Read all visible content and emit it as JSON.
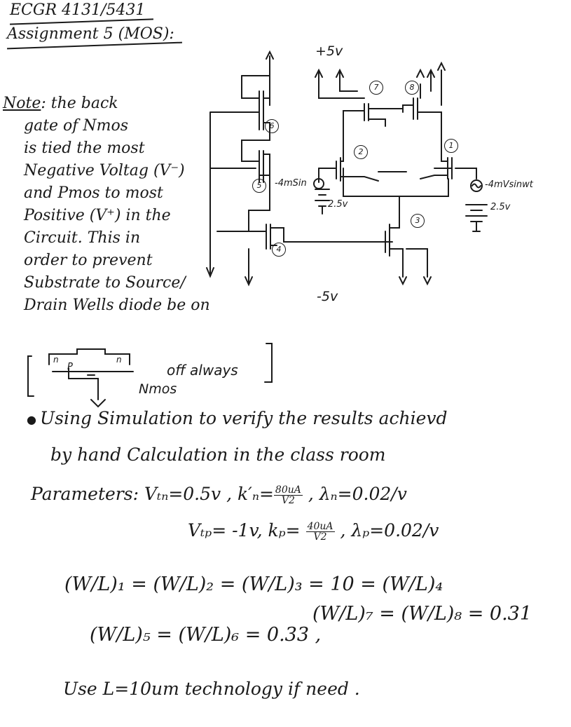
{
  "header": {
    "course": "ECGR 4131/5431",
    "assignment": "Assignment 5 (MOS):"
  },
  "note": {
    "label": "Note",
    "lines": [
      ": the back",
      "gate of Nmos",
      "is tied the most",
      "Negative Voltag (V⁻)",
      "and Pmos to most",
      "Positive (V⁺) in the",
      "Circuit. This in",
      "order to prevent",
      "Substrate to Source/",
      "Drain Wells diode be on"
    ],
    "bracket_off_label": "off always",
    "bracket_nmos_label": "Nmos",
    "n_label": "n",
    "p_label": "P"
  },
  "circuit": {
    "vpos": "+5v",
    "vneg": "-5v",
    "src_left": "-4mSin",
    "src_right": "-4mVsinwt",
    "bias_left": "2.5v",
    "bias_right": "2.5v",
    "nodes": [
      "1",
      "2",
      "3",
      "4",
      "5",
      "6",
      "7",
      "8"
    ]
  },
  "bullet": {
    "line1": "Using Simulation to verify the results achievd",
    "line2": "by hand Calculation in the class room"
  },
  "params": {
    "label": "Parameters:",
    "vtn": "Vₜₙ=0.5v ,",
    "kn_pre": "k′ₙ=",
    "kn_num": "80uA",
    "kn_den": "V2",
    "lambda_n": ",  λₙ=0.02/v",
    "vtp": "Vₜₚ= -1v,",
    "kp_pre": "kₚ= ",
    "kp_num": "40uA",
    "kp_den": "V2",
    "lambda_p": ",  λₚ=0.02/v"
  },
  "ratios": {
    "row1_a": "(W/L)₁ = (W/L)₂ = (W/L)₃ = 10  = (W/L)₄",
    "row2_a": "(W/L)₅ = (W/L)₆ = 0.33 ,",
    "row2_b": "(W/L)₇ = (W/L)₈ = 0.31"
  },
  "footer": {
    "tech": "Use  L=10um technology if need ."
  }
}
